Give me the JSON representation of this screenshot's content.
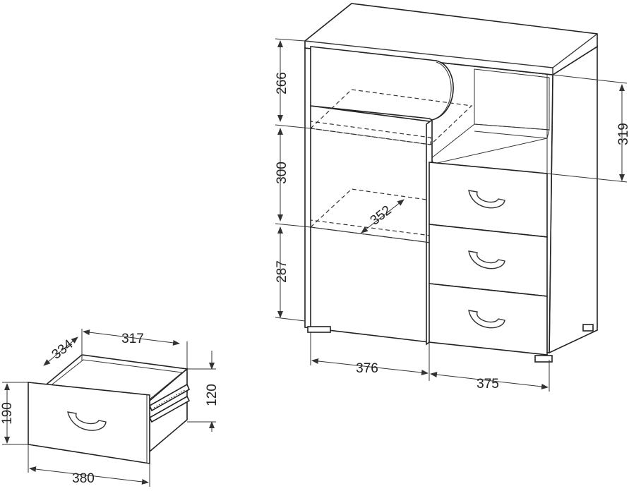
{
  "dimensions": {
    "d266": "266",
    "d300": "300",
    "d287": "287",
    "d319": "319",
    "d352": "352",
    "d376": "376",
    "d375": "375",
    "d334": "334",
    "d317": "317",
    "d190": "190",
    "d120": "120",
    "d380": "380"
  }
}
